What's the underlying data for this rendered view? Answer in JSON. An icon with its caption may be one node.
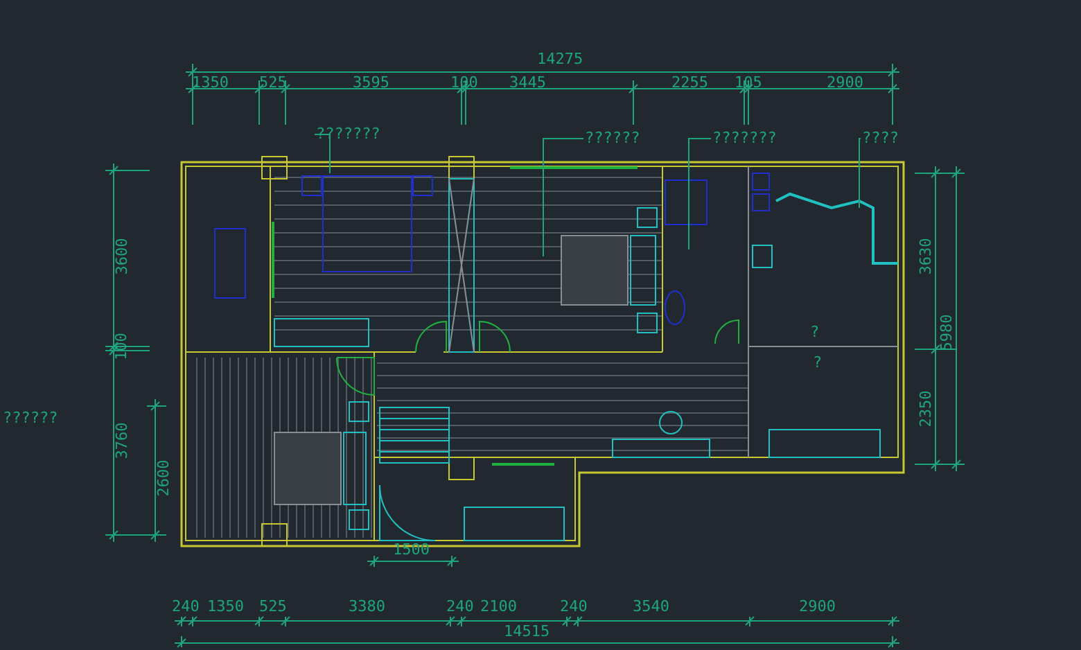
{
  "diagram": {
    "nodes": [
      {
        "text": [
          "???????"
        ]
      },
      {
        "text": [
          "??????"
        ]
      },
      {
        "text": [
          "???????"
        ]
      },
      {
        "text": [
          "????"
        ]
      }
    ],
    "edges": [
      {
        "from": 0,
        "to": null,
        "arrow": "none"
      },
      {
        "from": 1,
        "to": null,
        "arrow": "none"
      },
      {
        "from": 2,
        "to": null,
        "arrow": "none"
      },
      {
        "from": 3,
        "to": null,
        "arrow": "none"
      }
    ],
    "labels": [
      "14275",
      "1350",
      "525",
      "3595",
      "100",
      "3445",
      "2255",
      "105",
      "2900",
      "3630",
      "5980",
      "3600",
      "100",
      "?",
      "?",
      "??????",
      "3760",
      "2600",
      "2350",
      "1500",
      "240",
      "1350",
      "525",
      "3380",
      "240",
      "2100",
      "240",
      "3540",
      "2900",
      "14515"
    ]
  }
}
